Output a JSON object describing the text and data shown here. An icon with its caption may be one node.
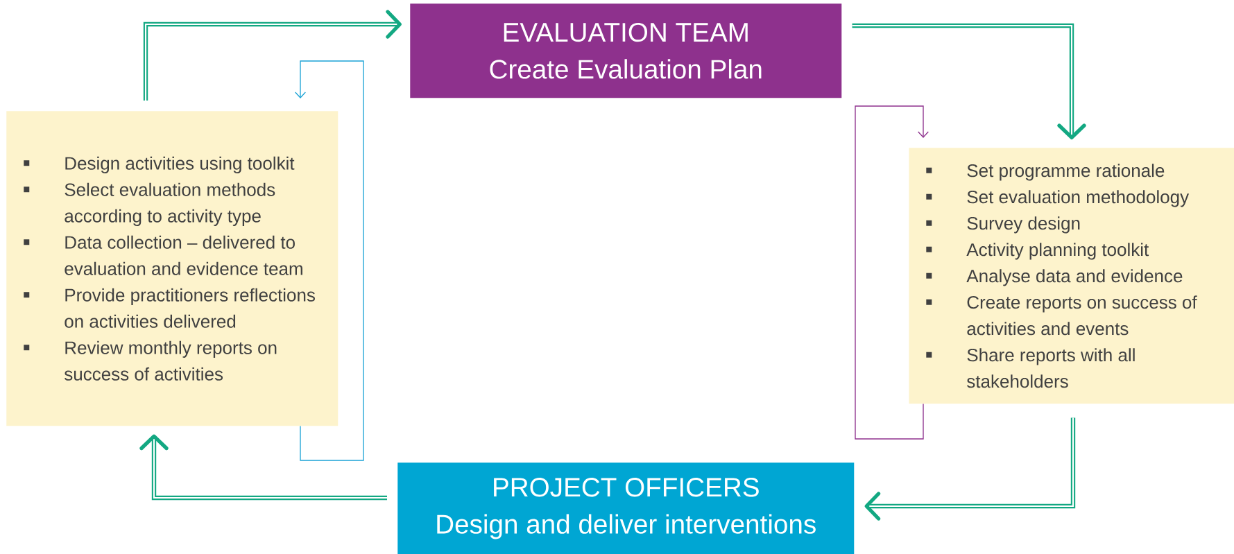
{
  "diagram": {
    "nodes": [
      {
        "text": [
          "EVALUATION TEAM",
          "Create Evaluation Plan"
        ]
      },
      {
        "text": [
          "Set programme rationale",
          "Set evaluation methodology",
          "Survey design",
          "Activity planning toolkit",
          "Analyse data and evidence",
          "Create reports on success of activities and events",
          "Share reports with all stakeholders"
        ]
      },
      {
        "text": [
          "PROJECT OFFICERS",
          "Design and deliver interventions"
        ]
      },
      {
        "text": [
          "Design activities using toolkit",
          "Select evaluation methods according to activity type",
          "Data collection – delivered to evaluation and evidence team",
          "Provide practitioners reflections on activities delivered",
          "Review monthly reports on success of activities"
        ]
      }
    ],
    "edges": [
      {
        "from": 3,
        "to": 0,
        "arrow": "to"
      },
      {
        "from": 0,
        "to": 1,
        "arrow": "to"
      },
      {
        "from": 1,
        "to": 2,
        "arrow": "to"
      },
      {
        "from": 2,
        "to": 3,
        "arrow": "to"
      },
      {
        "from": 3,
        "to": 3,
        "arrow": "to",
        "color": "#1ba3d6"
      },
      {
        "from": 1,
        "to": 1,
        "arrow": "to",
        "color": "#8e318d"
      }
    ]
  }
}
